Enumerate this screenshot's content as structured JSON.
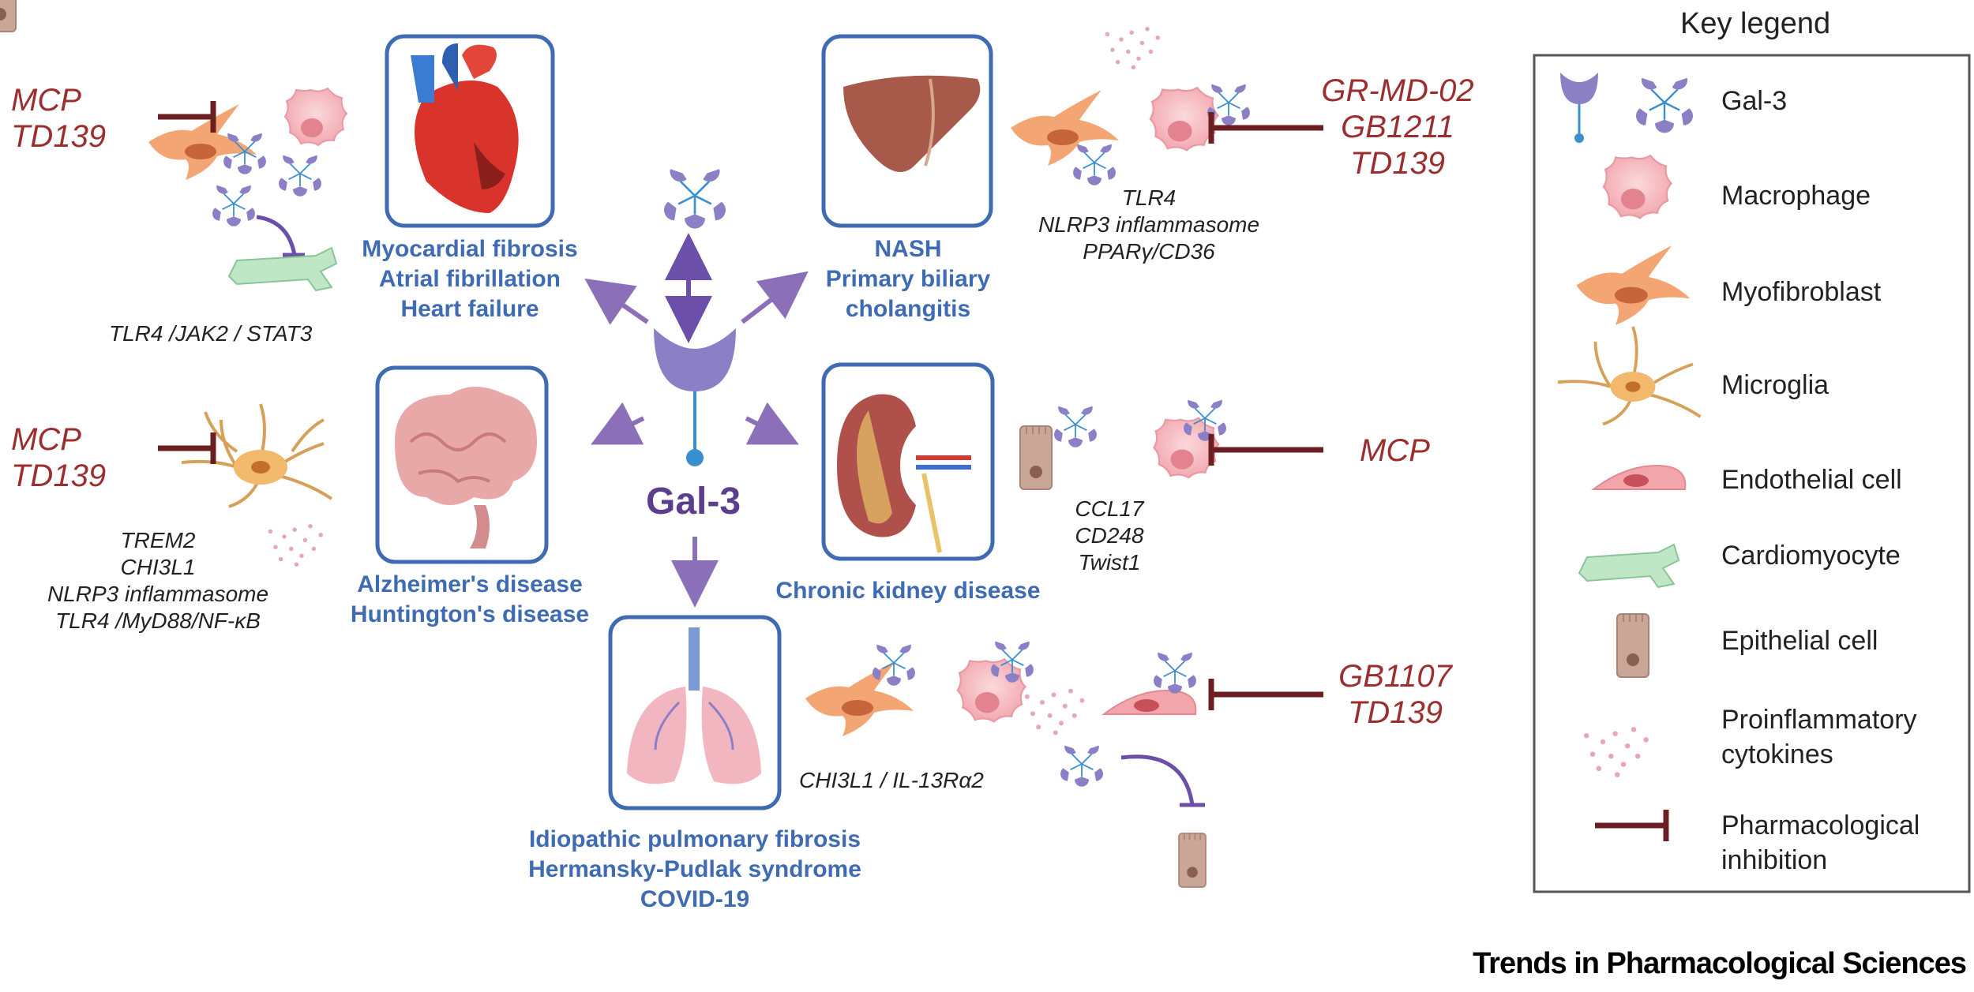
{
  "center": {
    "label": "Gal-3"
  },
  "legend": {
    "title": "Key legend",
    "items": [
      {
        "label": "Gal-3"
      },
      {
        "label": "Macrophage"
      },
      {
        "label": "Myofibroblast"
      },
      {
        "label": "Microglia"
      },
      {
        "label": "Endothelial cell"
      },
      {
        "label": "Cardiomyocyte"
      },
      {
        "label": "Epithelial cell"
      },
      {
        "label": "Proinflammatory",
        "label2": "cytokines"
      },
      {
        "label": "Pharmacological",
        "label2": "inhibition"
      }
    ]
  },
  "heart": {
    "diseases": [
      "Myocardial fibrosis",
      "Atrial fibrillation",
      "Heart failure"
    ],
    "drugs": [
      "MCP",
      "TD139"
    ],
    "pathways": [
      "TLR4 /JAK2 / STAT3"
    ]
  },
  "liver": {
    "diseases": [
      "NASH",
      "Primary biliary",
      "cholangitis"
    ],
    "drugs": [
      "GR-MD-02",
      "GB1211",
      "TD139"
    ],
    "pathways": [
      "TLR4",
      "NLRP3 inflammasome",
      "PPARγ/CD36"
    ]
  },
  "brain": {
    "diseases": [
      "Alzheimer's disease",
      "Huntington's disease"
    ],
    "drugs": [
      "MCP",
      "TD139"
    ],
    "pathways": [
      "TREM2",
      "CHI3L1",
      "NLRP3 inflammasome",
      "TLR4 /MyD88/NF-κB"
    ]
  },
  "kidney": {
    "diseases": [
      "Chronic kidney disease"
    ],
    "drugs": [
      "MCP"
    ],
    "pathways": [
      "CCL17",
      "CD248",
      "Twist1"
    ]
  },
  "lung": {
    "diseases": [
      "Idiopathic pulmonary fibrosis",
      "Hermansky-Pudlak syndrome",
      "COVID-19"
    ],
    "drugs": [
      "GB1107",
      "TD139"
    ],
    "pathways": [
      "CHI3L1 / IL-13Rα2"
    ]
  },
  "source": "Trends in Pharmacological Sciences",
  "colors": {
    "gal3": "#8b7fc6",
    "disease_text": "#3f6bb3",
    "drug_text": "#9b2f2f",
    "inhibitor": "#6b1f22",
    "arrow": "#8b6fb8",
    "box_border": "#3f6bb3"
  }
}
